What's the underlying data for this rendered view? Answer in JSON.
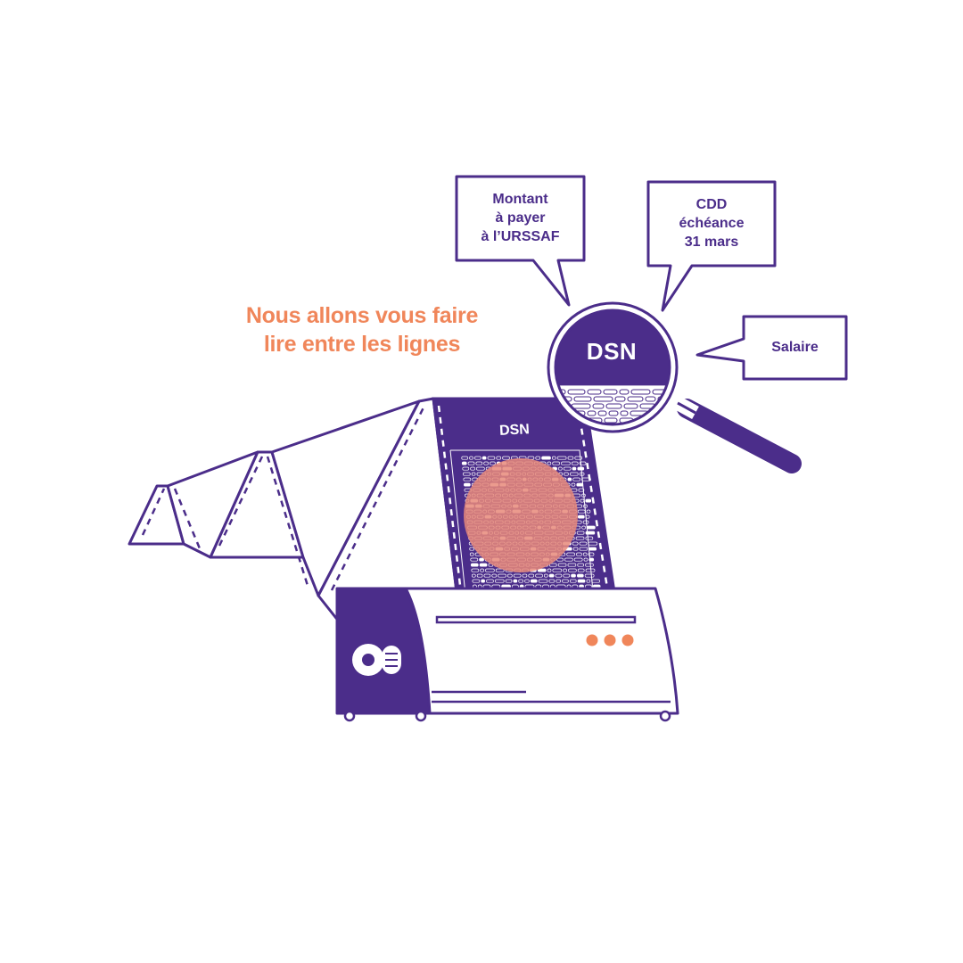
{
  "headline": {
    "line1": "Nous allons vous faire",
    "line2": "lire entre les lignes"
  },
  "bubbles": {
    "montant": {
      "line1": "Montant",
      "line2": "à payer",
      "line3": "à l’URSSAF"
    },
    "cdd": {
      "line1": "CDD",
      "line2": "échéance",
      "line3": "31 mars"
    },
    "salaire": {
      "line1": "Salaire"
    }
  },
  "document": {
    "title": "DSN"
  },
  "magnifier": {
    "title": "DSN"
  },
  "colors": {
    "purple": "#4b2d8a",
    "orange": "#f0865a",
    "highlight": "#e8897a",
    "white": "#ffffff"
  },
  "icons": [
    "printer-icon",
    "magnifying-glass-icon",
    "paper-roll-icon",
    "speech-bubble-icon"
  ]
}
